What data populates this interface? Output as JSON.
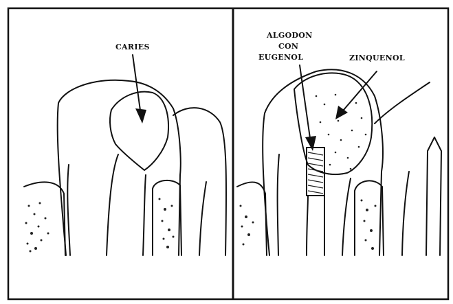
{
  "left_panel": {
    "labels": [
      "CARIES"
    ]
  },
  "right_panel": {
    "labels": [
      "ALGODON",
      "CON",
      "EUGENOL",
      "ZINQUENOL"
    ]
  }
}
